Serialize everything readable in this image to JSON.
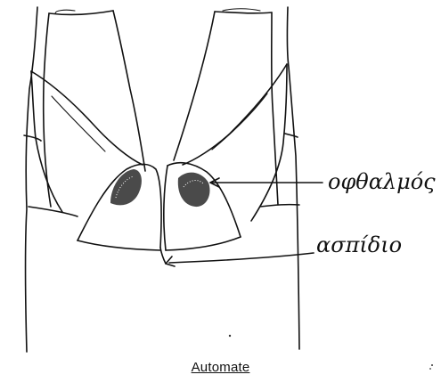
{
  "labels": {
    "eye": "οφθαλμός",
    "scutum": "ασπίδιο"
  },
  "caption": "Automate"
}
